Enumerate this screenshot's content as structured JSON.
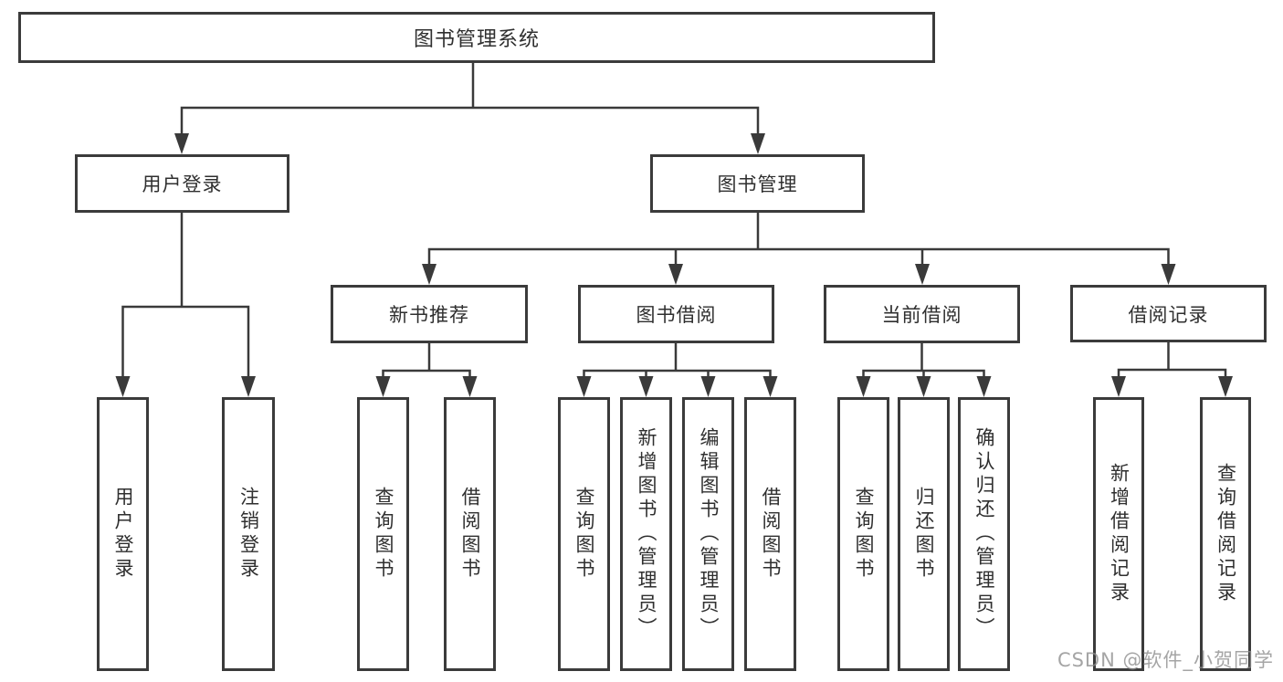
{
  "diagram": {
    "root": {
      "label": "图书管理系统"
    },
    "login": {
      "label": "用户登录",
      "children": [
        {
          "label": "用户登录"
        },
        {
          "label": "注销登录"
        }
      ]
    },
    "bookmgmt": {
      "label": "图书管理"
    },
    "newbook": {
      "label": "新书推荐",
      "children": [
        {
          "label": "查询图书"
        },
        {
          "label": "借阅图书"
        }
      ]
    },
    "borrow": {
      "label": "图书借阅",
      "children": [
        {
          "label": "查询图书"
        },
        {
          "label": "新增图书（管理员）"
        },
        {
          "label": "编辑图书（管理员）"
        },
        {
          "label": "借阅图书"
        }
      ]
    },
    "current": {
      "label": "当前借阅",
      "children": [
        {
          "label": "查询图书"
        },
        {
          "label": "归还图书"
        },
        {
          "label": "确认归还（管理员）"
        }
      ]
    },
    "records": {
      "label": "借阅记录",
      "children": [
        {
          "label": "新增借阅记录"
        },
        {
          "label": "查询借阅记录"
        }
      ]
    }
  },
  "watermark": "CSDN @软件_小贺同学",
  "colors": {
    "line": "#3a3a3a",
    "text": "#2f2f2f",
    "watermark": "#8c8c8c"
  }
}
